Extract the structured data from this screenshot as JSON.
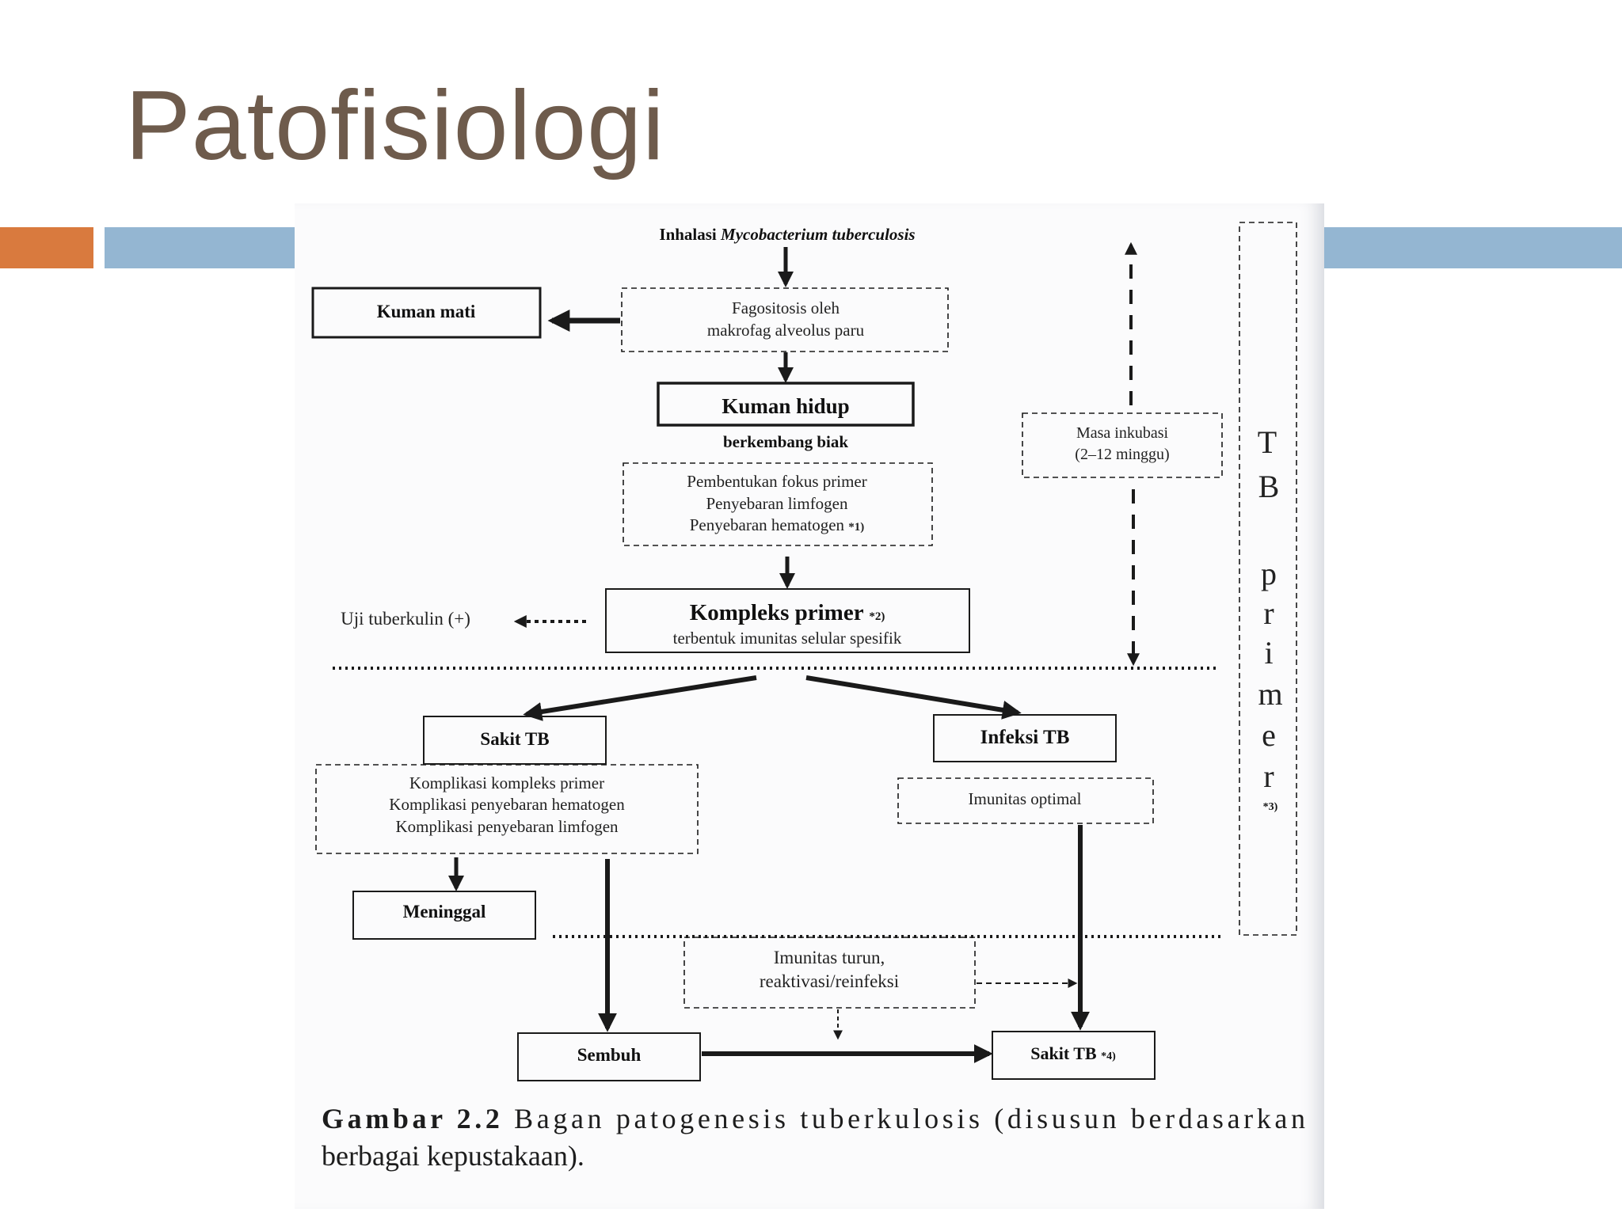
{
  "slide": {
    "title": "Patofisiologi"
  },
  "accent_colors": {
    "orange": "#d97a3e",
    "blue": "#94b6d2",
    "title": "#6e5b4c"
  },
  "diagram": {
    "inhalasi_prefix": "Inhalasi ",
    "inhalasi_italic": "Mycobacterium tuberculosis",
    "kuman_mati": "Kuman mati",
    "fagositosis_1": "Fagositosis oleh",
    "fagositosis_2": "makrofag alveolus paru",
    "kuman_hidup": "Kuman hidup",
    "berkembang_biak": "berkembang biak",
    "pembentukan_1": "Pembentukan fokus primer",
    "pembentukan_2": "Penyebaran limfogen",
    "pembentukan_3": "Penyebaran hematogen",
    "pembentukan_3_note": "*1)",
    "masa_inkubasi_1": "Masa inkubasi",
    "masa_inkubasi_2": "(2–12 minggu)",
    "tb_primer_letters": [
      "T",
      "B",
      "p",
      "r",
      "i",
      "m",
      "e",
      "r"
    ],
    "tb_primer_note": "*3)",
    "uji_tuberkulin": "Uji tuberkulin (+)",
    "kompleks_primer": "Kompleks primer",
    "kompleks_primer_note": "*2)",
    "kompleks_primer_sub": "terbentuk imunitas selular spesifik",
    "sakit_tb": "Sakit TB",
    "infeksi_tb": "Infeksi TB",
    "komplikasi_1": "Komplikasi kompleks primer",
    "komplikasi_2": "Komplikasi penyebaran hematogen",
    "komplikasi_3": "Komplikasi penyebaran limfogen",
    "imunitas_optimal": "Imunitas optimal",
    "meninggal": "Meninggal",
    "imunitas_turun_1": "Imunitas turun,",
    "imunitas_turun_2": "reaktivasi/reinfeksi",
    "sembuh": "Sembuh",
    "sakit_tb_final": "Sakit TB",
    "sakit_tb_final_note": "*4)"
  },
  "caption": {
    "label": "Gambar 2.2",
    "line1": "Bagan patogenesis tuberkulosis (disusun berdasarkan",
    "line2": "berbagai kepustakaan)."
  }
}
